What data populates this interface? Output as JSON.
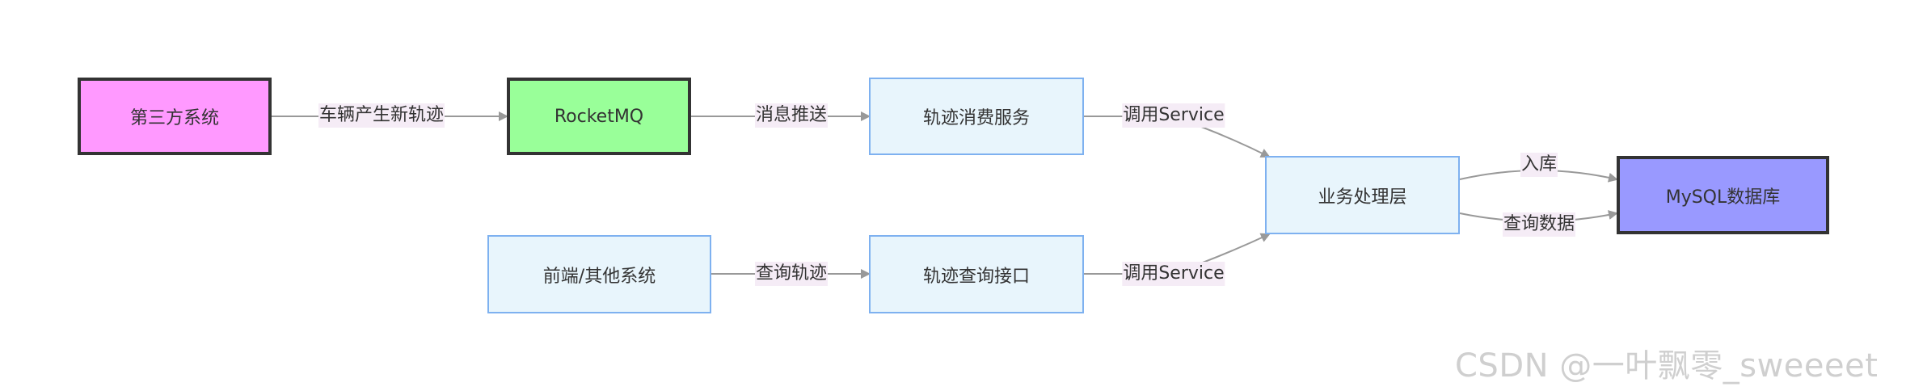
{
  "nodes": {
    "third_party": "第三方系统",
    "rocketmq": "RocketMQ",
    "track_consumer": "轨迹消费服务",
    "frontend": "前端/其他系统",
    "track_query": "轨迹查询接口",
    "business_layer": "业务处理层",
    "mysql": "MySQL数据库"
  },
  "edges": {
    "third_to_mq": "车辆产生新轨迹",
    "mq_to_consumer": "消息推送",
    "consumer_to_biz": "调用Service",
    "frontend_to_query": "查询轨迹",
    "query_to_biz": "调用Service",
    "biz_to_mysql_store": "入库",
    "biz_to_mysql_query": "查询数据"
  },
  "watermark": "CSDN @一叶飘零_sweeeet",
  "colors": {
    "third_party_fill": "#ff99ff",
    "rocketmq_fill": "#99ff99",
    "service_fill": "#e8f5fc",
    "service_border": "#7eb1f0",
    "mysql_fill": "#9999ff",
    "edge_stroke": "#999999",
    "label_bg": "#f5ecf6"
  }
}
